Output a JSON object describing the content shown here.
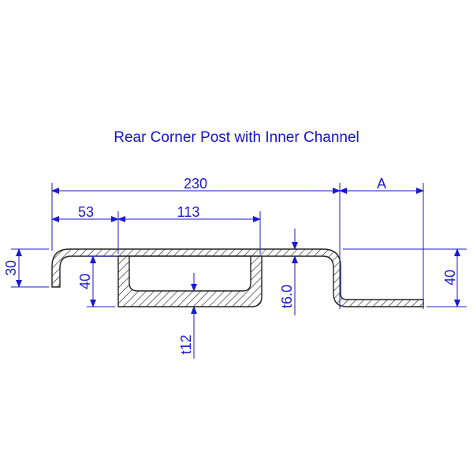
{
  "title": "Rear Corner Post with Inner Channel",
  "colors": {
    "dimension": "#1a1ad0",
    "title": "#1414c8",
    "outline": "#222222"
  },
  "dimensions": {
    "overall_width": "230",
    "right_width": "A",
    "left_offset": "53",
    "channel_width": "113",
    "left_height": "30",
    "channel_height": "40",
    "right_height": "40",
    "sheet_thickness": "t6.0",
    "channel_thickness": "t12"
  }
}
